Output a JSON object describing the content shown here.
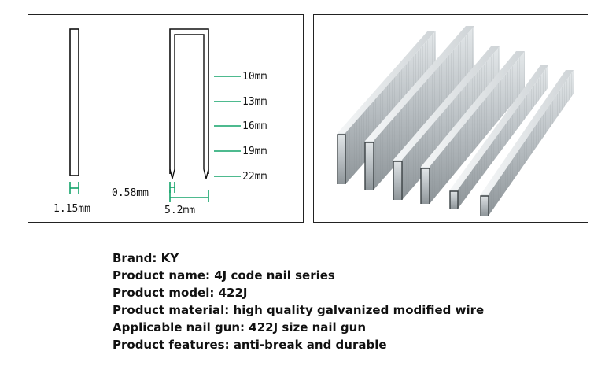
{
  "diagram": {
    "strip_thickness_label": "1.15mm",
    "wire_thickness_label": "0.58mm",
    "crown_width_label": "5.2mm",
    "lengths": [
      "10mm",
      "13mm",
      "16mm",
      "19mm",
      "22mm"
    ],
    "accent_color": "#14a36a"
  },
  "photo": {
    "subject_icon": "staple-strips-photo"
  },
  "specs": [
    {
      "label": "Brand:",
      "value": "KY"
    },
    {
      "label": "Product name:",
      "value": "4J code nail series"
    },
    {
      "label": "Product model:",
      "value": "422J"
    },
    {
      "label": "Product material:",
      "value": "high quality galvanized modified wire"
    },
    {
      "label": "Applicable nail gun:",
      "value": "422J size nail gun"
    },
    {
      "label": "Product features:",
      "value": "anti-break and durable"
    }
  ]
}
